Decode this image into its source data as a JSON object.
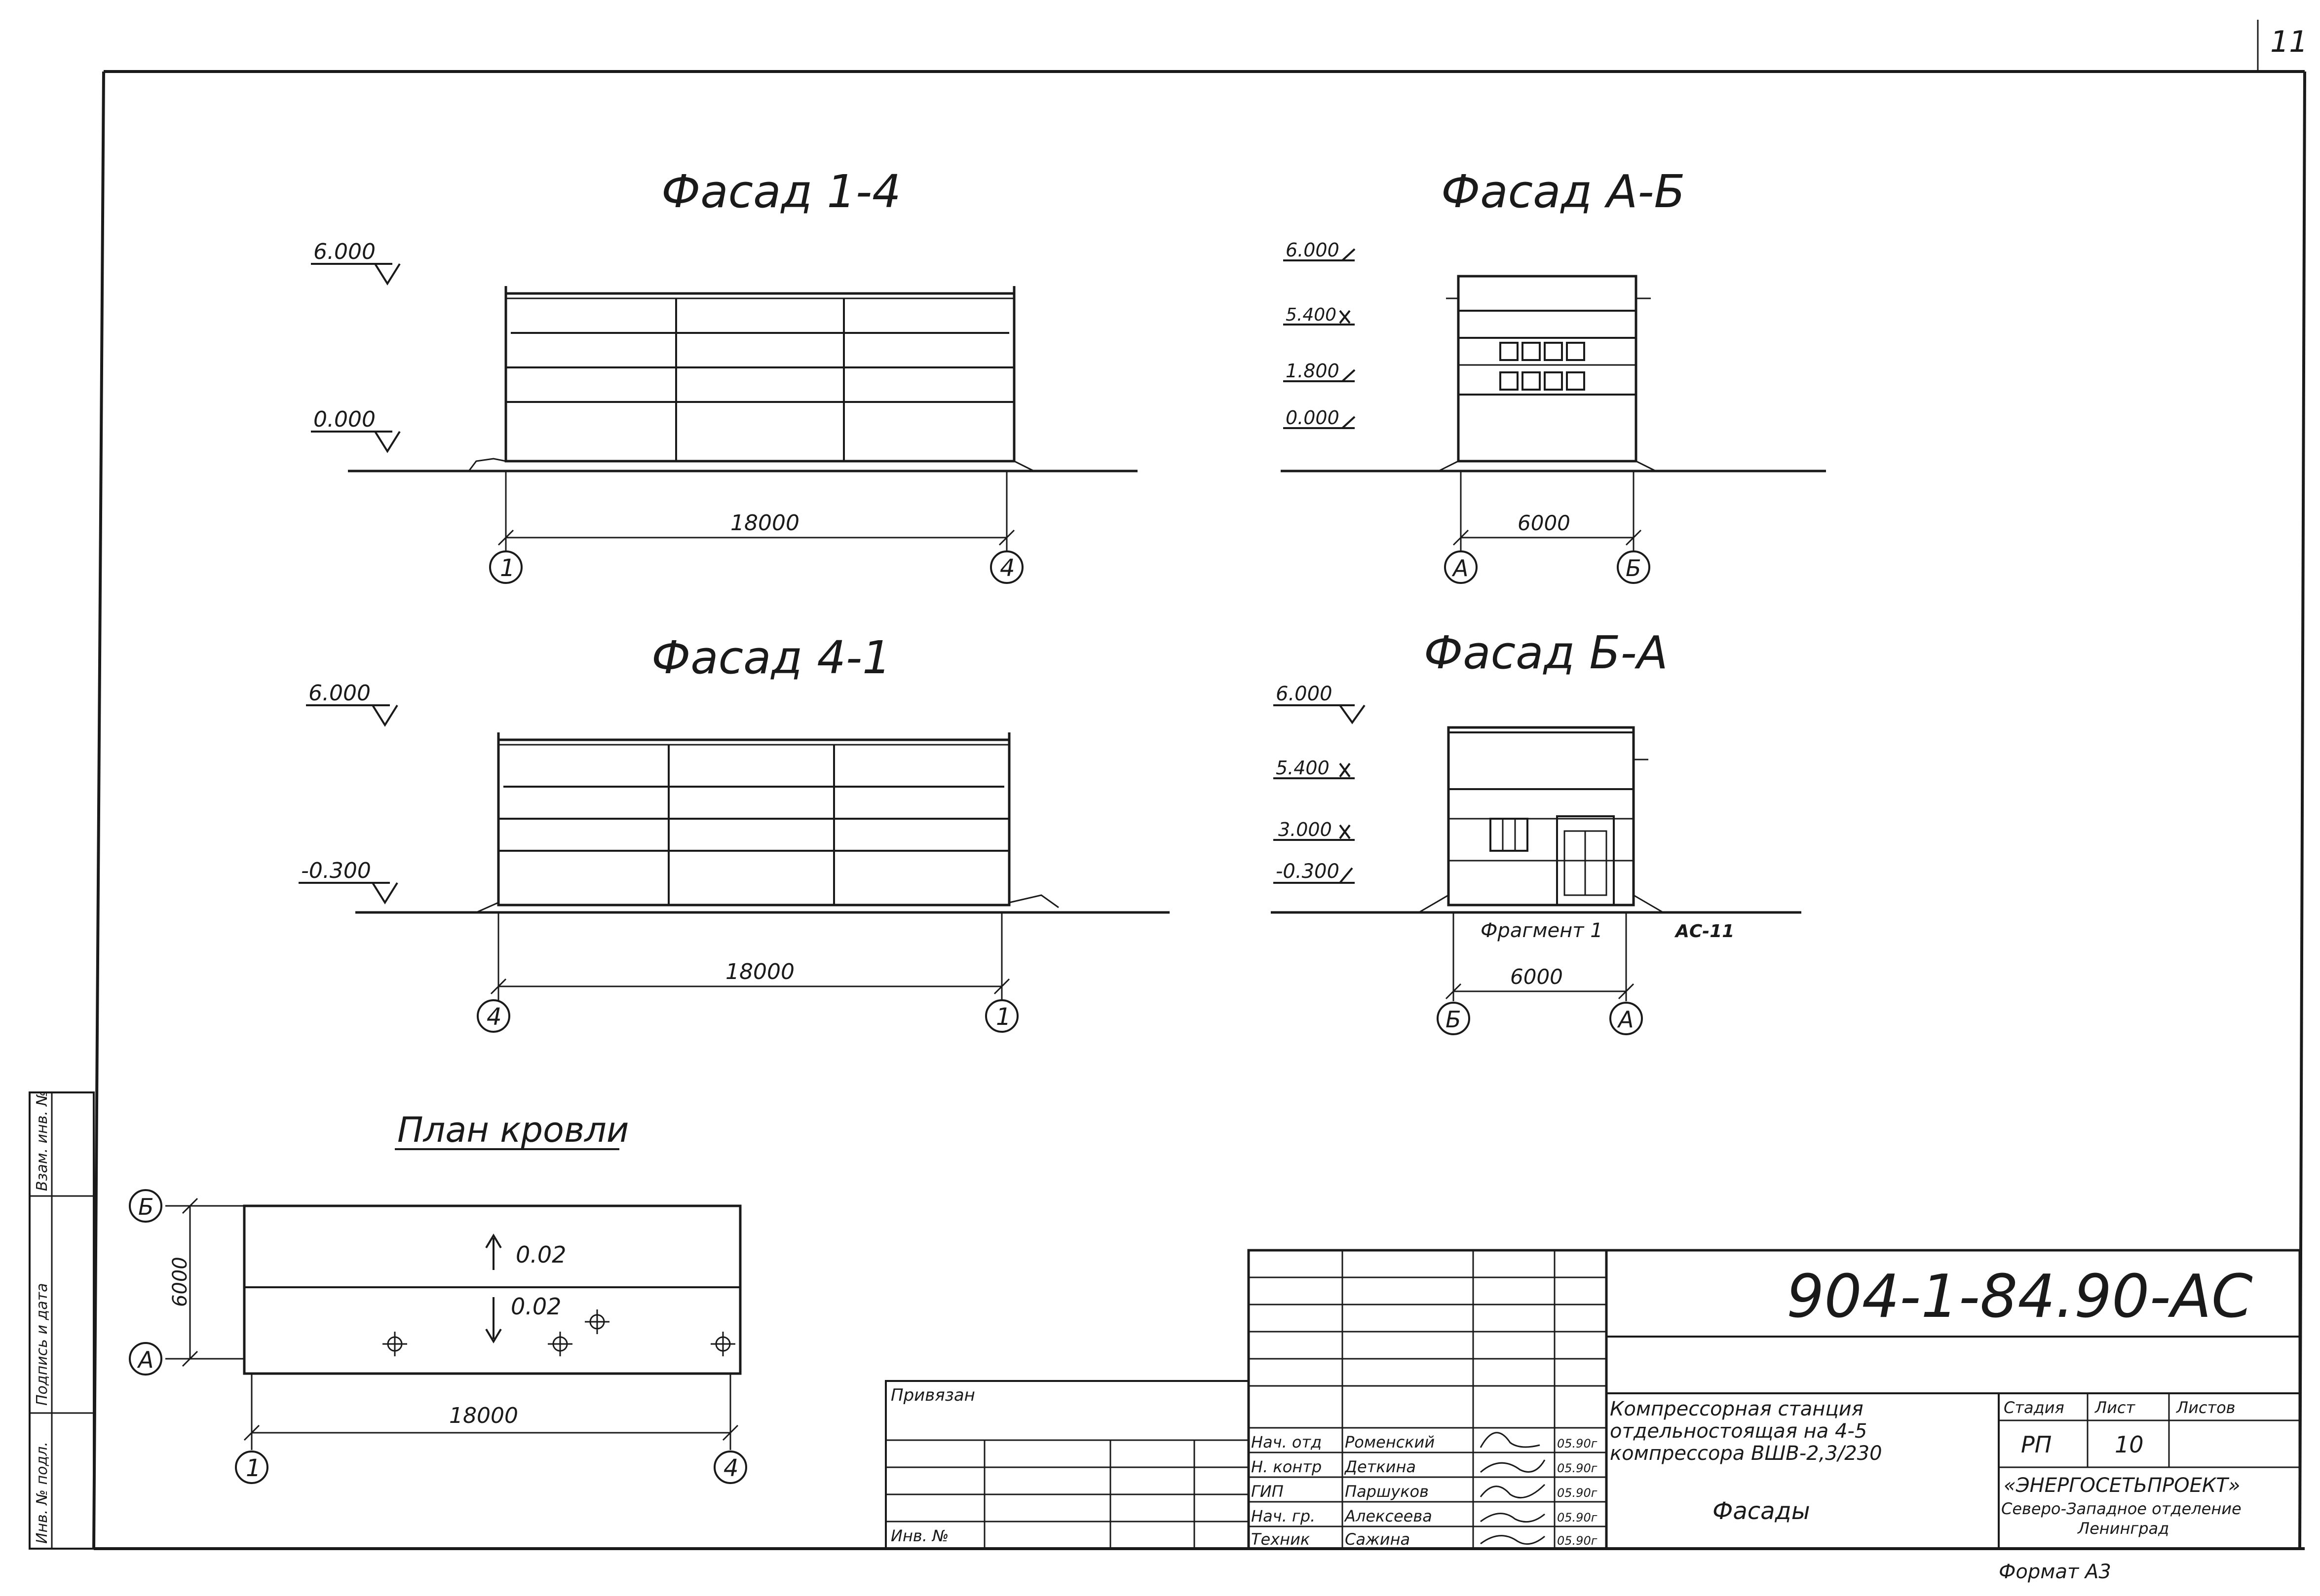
{
  "page_number": "11",
  "facades": {
    "f14": {
      "title": "Фасад 1-4",
      "levels": [
        "6.000",
        "0.000"
      ],
      "dim": "18000",
      "axes": [
        "1",
        "4"
      ]
    },
    "fab": {
      "title": "Фасад А-Б",
      "levels": [
        "6.000",
        "5.400",
        "1.800",
        "0.000"
      ],
      "dim": "6000",
      "axes": [
        "А",
        "Б"
      ]
    },
    "f41": {
      "title": "Фасад 4-1",
      "levels": [
        "6.000",
        "-0.300"
      ],
      "dim": "18000",
      "axes": [
        "4",
        "1"
      ]
    },
    "fba": {
      "title": "Фасад Б-А",
      "levels": [
        "6.000",
        "5.400",
        "3.000",
        "-0.300"
      ],
      "dim": "6000",
      "axes": [
        "Б",
        "А"
      ],
      "fragment": "Фрагмент 1",
      "fragment_ref": "АС-11"
    }
  },
  "roof_plan": {
    "title": "План кровли",
    "slope_up": "0.02",
    "slope_down": "0.02",
    "dim_vertical": "6000",
    "dim_horizontal": "18000",
    "axes_left": [
      "Б",
      "А"
    ],
    "axes_bottom": [
      "1",
      "4"
    ]
  },
  "side_stamp": [
    "Инв. № подл.",
    "Подпись и дата",
    "Взам. инв. №"
  ],
  "title_block": {
    "code": "904-1-84.90-АС",
    "privyazan": "Привязан",
    "inv_no": "Инв. №",
    "roles": [
      {
        "role": "Нач. отд",
        "name": "Роменский",
        "date": "05.90г"
      },
      {
        "role": "Н. контр",
        "name": "Деткина",
        "date": "05.90г"
      },
      {
        "role": "ГИП",
        "name": "Паршуков",
        "date": "05.90г"
      },
      {
        "role": "Нач. гр.",
        "name": "Алексеева",
        "date": "05.90г"
      },
      {
        "role": "Техник",
        "name": "Сажина",
        "date": "05.90г"
      }
    ],
    "description": [
      "Компрессорная станция",
      "отдельностоящая на 4-5",
      "компрессора ВШВ-2,3/230"
    ],
    "sheet_title": "Фасады",
    "stage_label": "Стадия",
    "sheet_label": "Лист",
    "sheets_label": "Листов",
    "stage": "РП",
    "sheet": "10",
    "org": [
      "«ЭНЕРГОСЕТЬПРОЕКТ»",
      "Северо-Западное отделение",
      "Ленинград"
    ],
    "format": "Формат А3"
  }
}
